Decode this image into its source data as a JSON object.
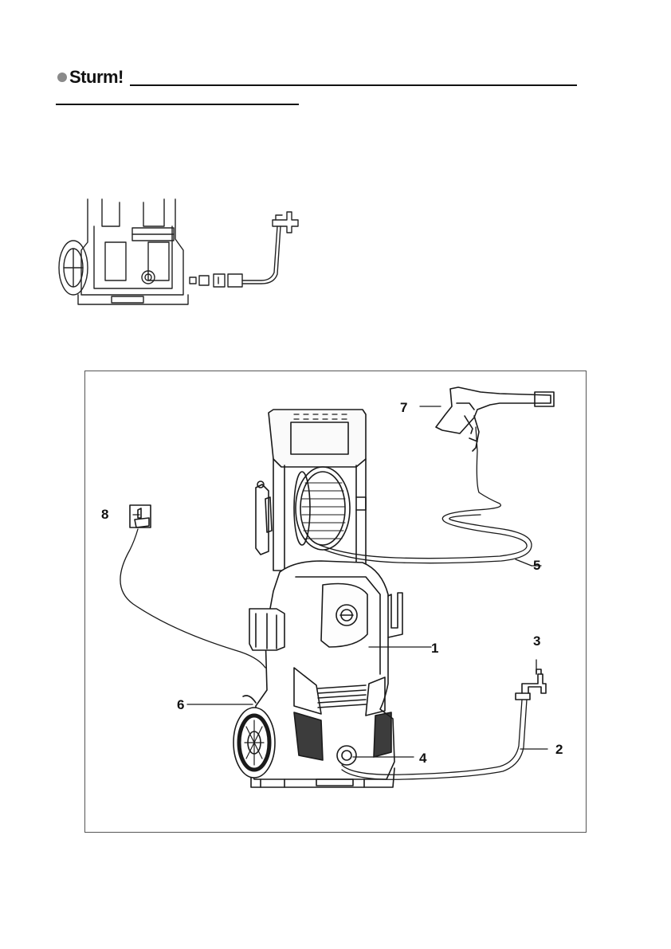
{
  "header": {
    "brand": "Sturm!"
  },
  "figure": {
    "callouts": [
      {
        "id": "c1",
        "label": "1"
      },
      {
        "id": "c2",
        "label": "2"
      },
      {
        "id": "c3",
        "label": "3"
      },
      {
        "id": "c4",
        "label": "4"
      },
      {
        "id": "c5",
        "label": "5"
      },
      {
        "id": "c6",
        "label": "6"
      },
      {
        "id": "c7",
        "label": "7"
      },
      {
        "id": "c8",
        "label": "8"
      }
    ]
  }
}
